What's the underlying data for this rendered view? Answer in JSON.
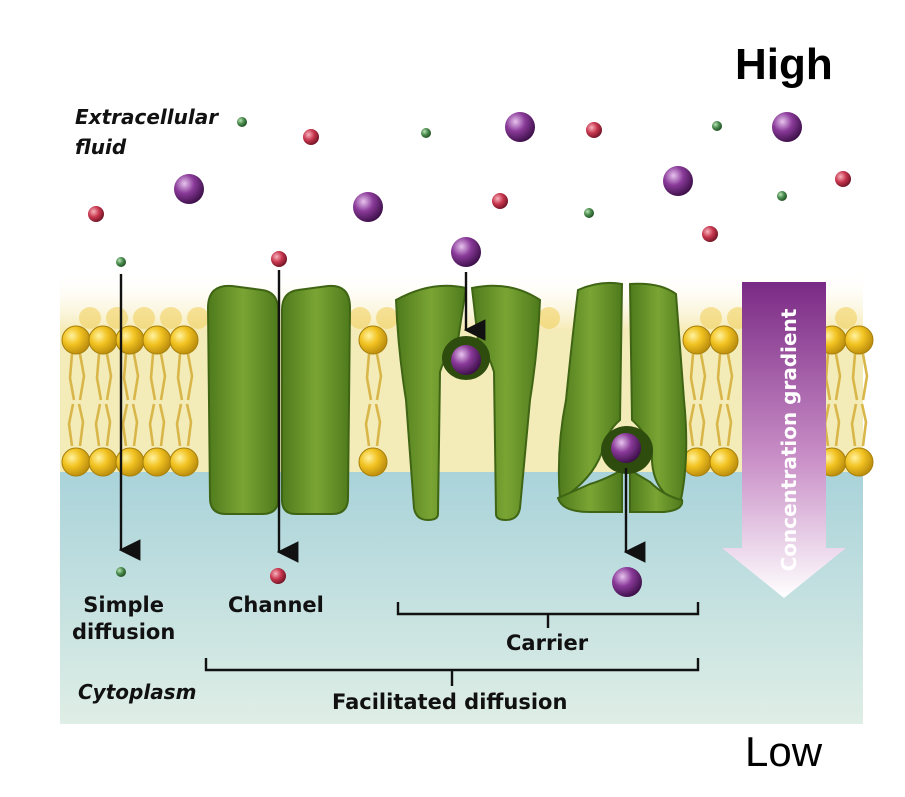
{
  "labels": {
    "high": "High",
    "low": "Low",
    "extracellular_line1": "Extracellular",
    "extracellular_line2": "fluid",
    "cytoplasm": "Cytoplasm",
    "simple_line1": "Simple",
    "simple_line2": "diffusion",
    "channel": "Channel",
    "carrier": "Carrier",
    "facilitated": "Facilitated diffusion",
    "gradient": "Concentration gradient"
  },
  "colors": {
    "extracellular": "#ffffff",
    "cytoplasm": "#b5d9df",
    "lipid_head": "#f2c321",
    "lipid_tail": "#e4c25a",
    "protein": "#6c9a2a",
    "protein_dark": "#3f6514",
    "solute_small": "#4a8c4e",
    "solute_medium": "#c8364e",
    "solute_large": "#7a2a8a",
    "gradient_top": "#7d2b86",
    "gradient_bottom": "#ffffff"
  },
  "solutes": {
    "small_green": [
      "small",
      "green",
      "solute-small"
    ],
    "medium_red": [
      "medium",
      "red",
      "solute-medium"
    ],
    "large_purple": [
      "large",
      "purple",
      "solute-large"
    ]
  }
}
